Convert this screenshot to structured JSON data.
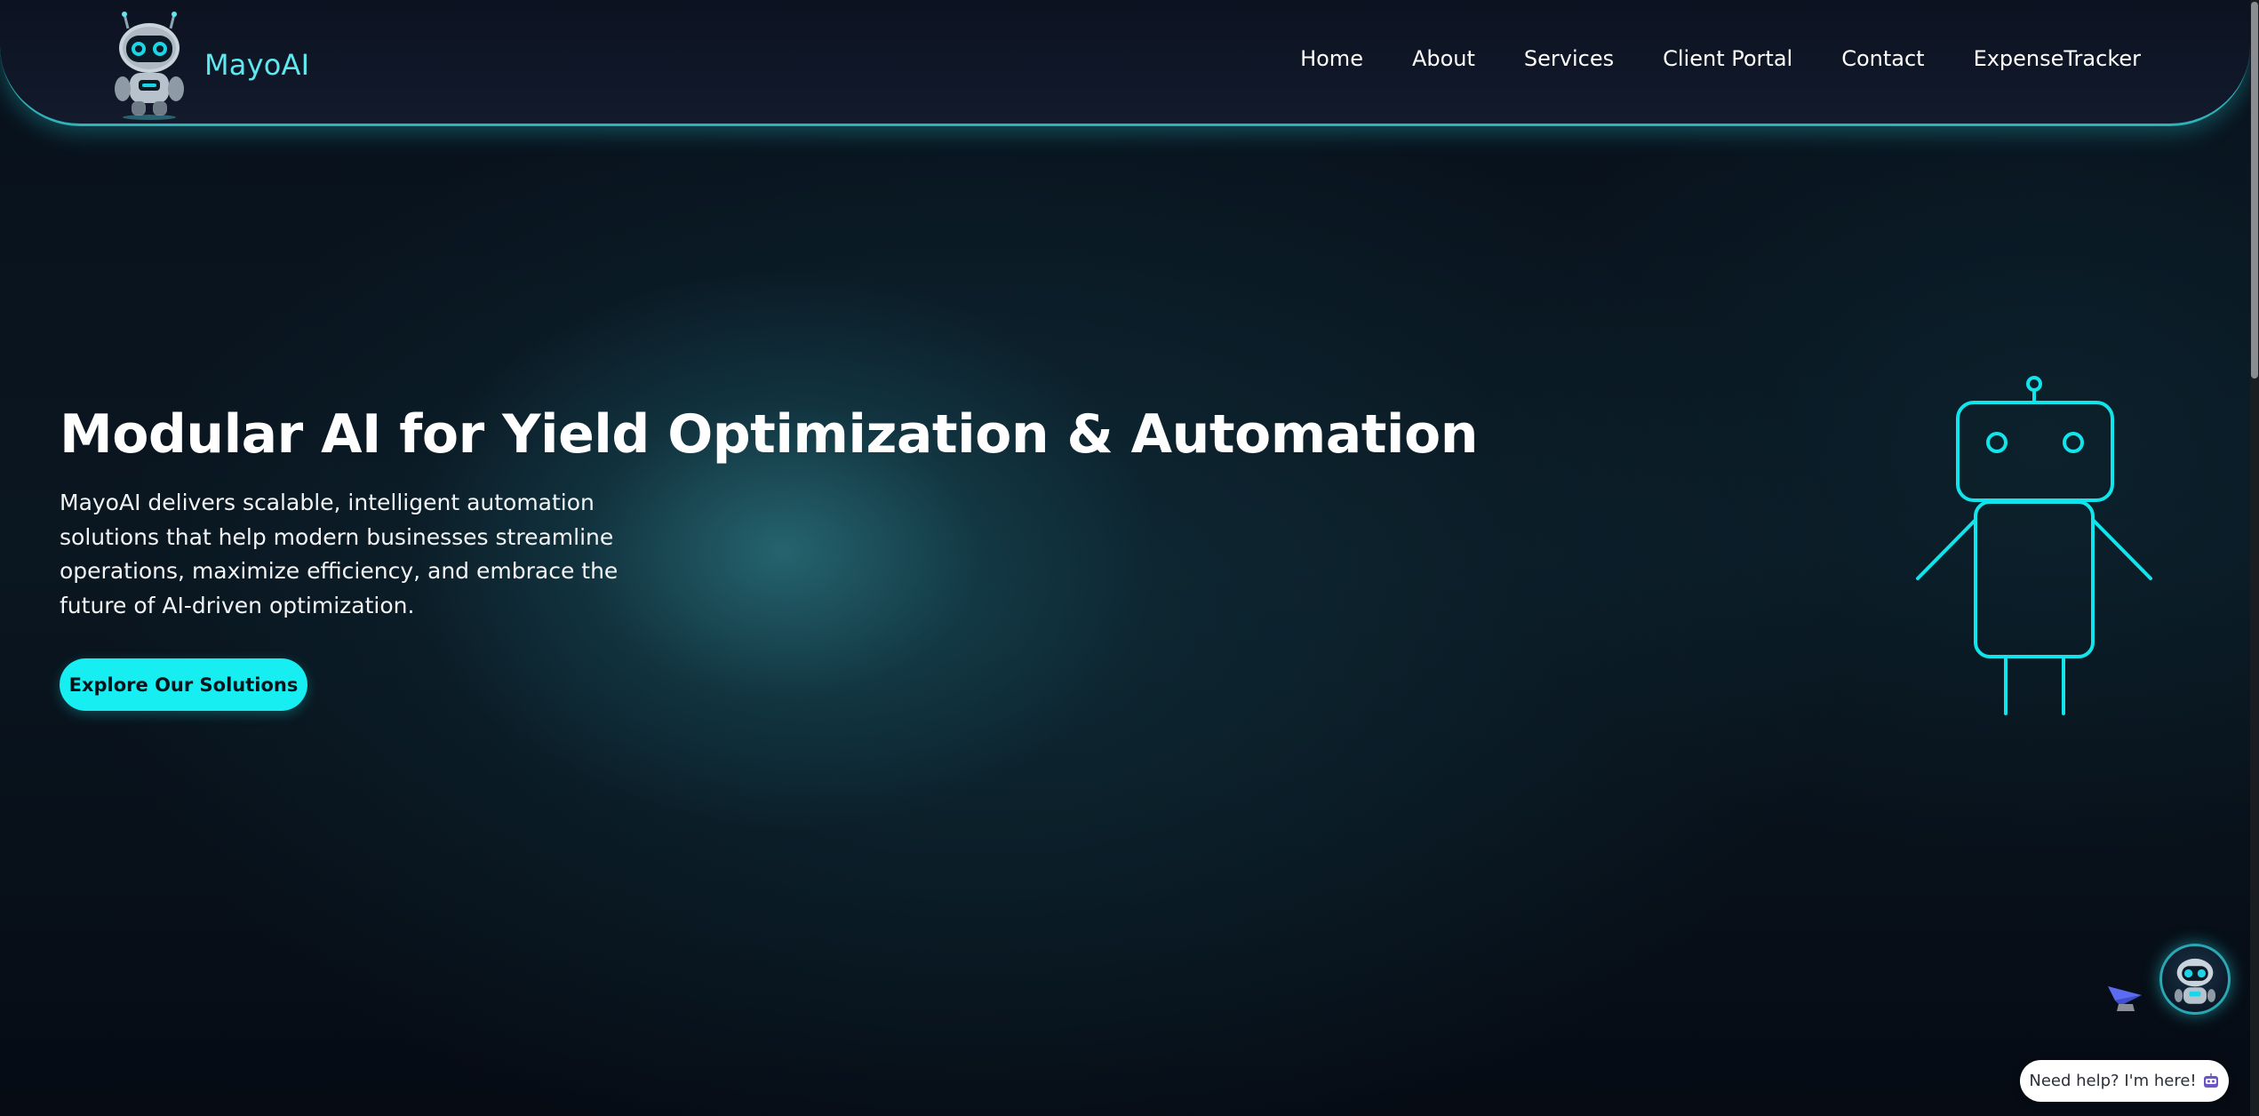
{
  "brand": {
    "name": "MayoAI",
    "logo_icon": "robot-mascot-icon"
  },
  "nav": {
    "items": [
      {
        "label": "Home"
      },
      {
        "label": "About"
      },
      {
        "label": "Services"
      },
      {
        "label": "Client Portal"
      },
      {
        "label": "Contact"
      },
      {
        "label": "ExpenseTracker"
      }
    ]
  },
  "hero": {
    "title": "Modular AI for Yield Optimization & Automation",
    "description": "MayoAI delivers scalable, intelligent automation solutions that help modern businesses streamline operations, maximize efficiency, and embrace the future of AI-driven optimization.",
    "cta_label": "Explore Our Solutions",
    "illustration_icon": "line-robot-icon"
  },
  "chat_widget": {
    "help_text": "Need help? I'm here!",
    "help_emoji_icon": "robot-face-emoji-icon",
    "send_icon": "paper-plane-icon",
    "avatar_icon": "robot-mascot-icon"
  },
  "colors": {
    "accent": "#16eef2",
    "brand_text": "#5ee8f0",
    "nav_border": "#2fb3b9",
    "background": "#070b14",
    "text": "#ffffff"
  }
}
